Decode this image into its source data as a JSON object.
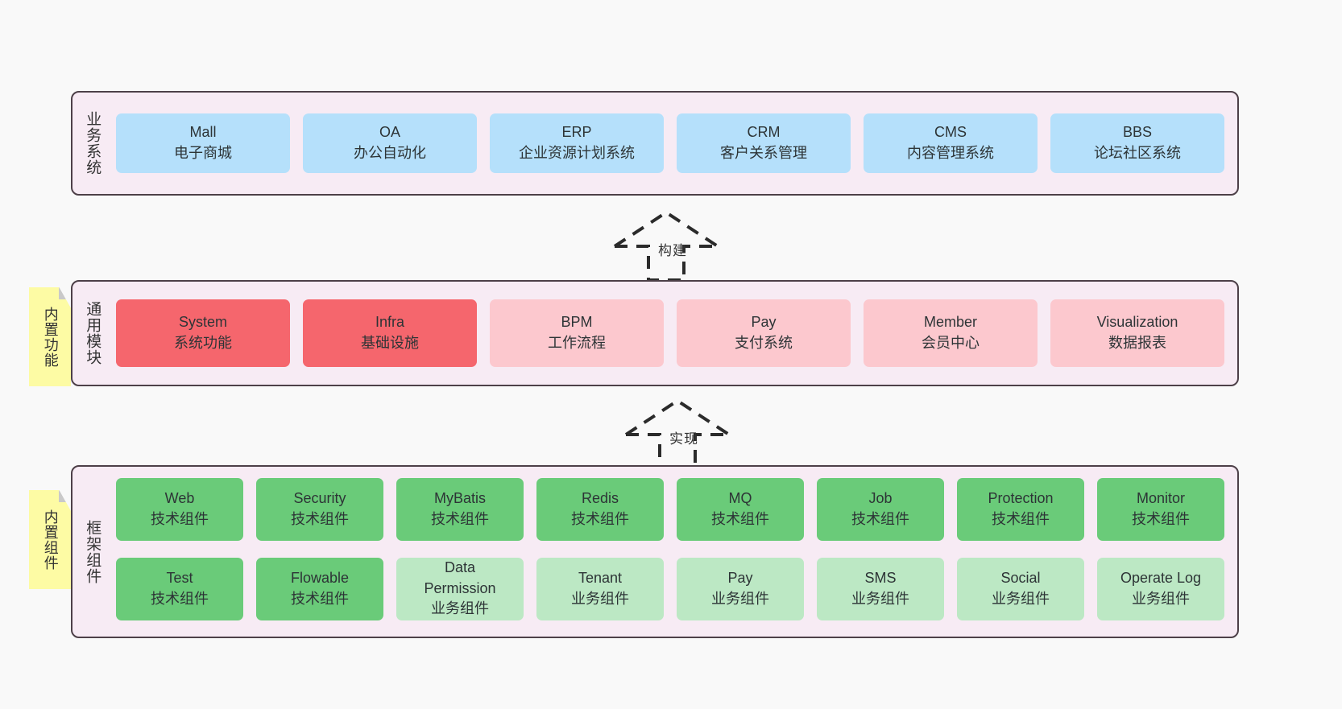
{
  "diagram": {
    "background": "#f9f9f9",
    "layer_bg": "#f7ebf4",
    "layer_border": "#4d4048",
    "colors": {
      "blue": "#b5e0fb",
      "red": "#f5666d",
      "pink": "#fcc8ce",
      "green": "#6acb79",
      "green_light": "#bce8c4",
      "note_yellow": "#fdfba4",
      "note_fold": "#c9c9c9"
    }
  },
  "layers": {
    "business": {
      "title": "业务系统",
      "cards": [
        {
          "name": "Mall",
          "sub": "电子商城",
          "color": "blue"
        },
        {
          "name": "OA",
          "sub": "办公自动化",
          "color": "blue"
        },
        {
          "name": "ERP",
          "sub": "企业资源计划系统",
          "color": "blue"
        },
        {
          "name": "CRM",
          "sub": "客户关系管理",
          "color": "blue"
        },
        {
          "name": "CMS",
          "sub": "内容管理系统",
          "color": "blue"
        },
        {
          "name": "BBS",
          "sub": "论坛社区系统",
          "color": "blue"
        }
      ]
    },
    "modules": {
      "title": "通用模块",
      "note": "内置功能",
      "cards": [
        {
          "name": "System",
          "sub": "系统功能",
          "color": "red"
        },
        {
          "name": "Infra",
          "sub": "基础设施",
          "color": "red"
        },
        {
          "name": "BPM",
          "sub": "工作流程",
          "color": "pink"
        },
        {
          "name": "Pay",
          "sub": "支付系统",
          "color": "pink"
        },
        {
          "name": "Member",
          "sub": "会员中心",
          "color": "pink"
        },
        {
          "name": "Visualization",
          "sub": "数据报表",
          "color": "pink"
        }
      ]
    },
    "framework": {
      "title": "框架组件",
      "note": "内置组件",
      "row1": [
        {
          "name": "Web",
          "sub": "技术组件",
          "color": "green"
        },
        {
          "name": "Security",
          "sub": "技术组件",
          "color": "green"
        },
        {
          "name": "MyBatis",
          "sub": "技术组件",
          "color": "green"
        },
        {
          "name": "Redis",
          "sub": "技术组件",
          "color": "green"
        },
        {
          "name": "MQ",
          "sub": "技术组件",
          "color": "green"
        },
        {
          "name": "Job",
          "sub": "技术组件",
          "color": "green"
        },
        {
          "name": "Protection",
          "sub": "技术组件",
          "color": "green"
        },
        {
          "name": "Monitor",
          "sub": "技术组件",
          "color": "green"
        }
      ],
      "row2": [
        {
          "name": "Test",
          "sub": "技术组件",
          "color": "green"
        },
        {
          "name": "Flowable",
          "sub": "技术组件",
          "color": "green"
        },
        {
          "name": "Data\nPermission",
          "sub": "业务组件",
          "color": "green_light"
        },
        {
          "name": "Tenant",
          "sub": "业务组件",
          "color": "green_light"
        },
        {
          "name": "Pay",
          "sub": "业务组件",
          "color": "green_light"
        },
        {
          "name": "SMS",
          "sub": "业务组件",
          "color": "green_light"
        },
        {
          "name": "Social",
          "sub": "业务组件",
          "color": "green_light"
        },
        {
          "name": "Operate Log",
          "sub": "业务组件",
          "color": "green_light"
        }
      ]
    }
  },
  "arrows": {
    "build": {
      "label": "构建"
    },
    "implement": {
      "label": "实现"
    }
  }
}
